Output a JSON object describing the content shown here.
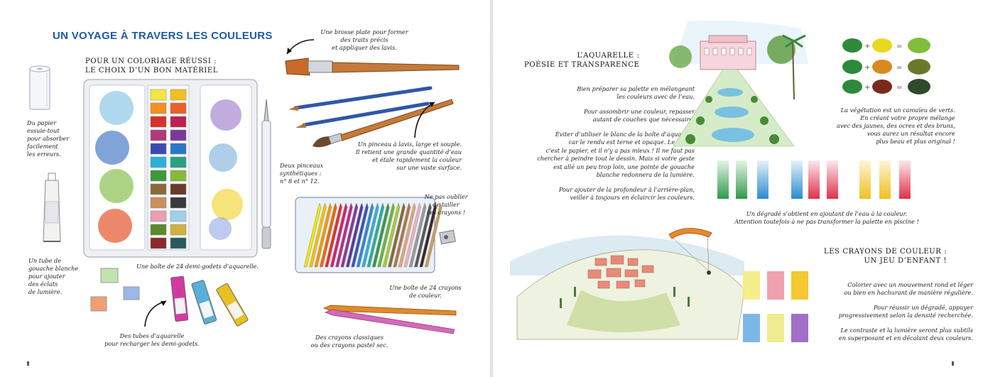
{
  "left_page": {
    "title": "UN VOYAGE À TRAVERS LES COULEURS",
    "heading_lines": [
      "POUR UN COLORIAGE RÉUSSI :",
      "LE CHOIX D’UN BON MATÉRIEL"
    ],
    "captions": {
      "paper_towel": [
        "Du papier",
        "essuie-tout",
        "pour absorber",
        "facilement",
        "les erreurs."
      ],
      "gouache": [
        "Un tube de",
        "gouache blanche",
        "pour ajouter",
        "des éclats",
        "de lumière."
      ],
      "palette": "Une boîte de 24 demi-godets d’aquarelle.",
      "tubes": [
        "Des tubes d’aquarelle",
        "pour recharger les demi-godets."
      ],
      "flat_brush": [
        "Une brosse plate pour former",
        "des traits précis",
        "et appliquer des lavis."
      ],
      "wash_brush": [
        "Un pinceau à lavis, large et souple.",
        "Il retient une grande quantité d’eau",
        "et étale rapidement la couleur",
        "sur une vaste surface."
      ],
      "synthetic_brushes": [
        "Deux pinceaux",
        "synthétiques :",
        "n° 8 et n° 12."
      ],
      "sharpener": [
        "Ne pas oublier",
        "de tailler",
        "ses crayons !"
      ],
      "pencil_box": [
        "Une boîte de 24 crayons",
        "de couleur."
      ],
      "classic_pencils": [
        "Des crayons classiques",
        "ou des crayons pastel sec."
      ]
    }
  },
  "right_page": {
    "watercolor_heading": [
      "L’AQUARELLE :",
      "POÉSIE ET TRANSPARENCE"
    ],
    "watercolor_paragraphs": [
      [
        "Bien préparer sa palette en mélangeant",
        "les couleurs avec de l’eau."
      ],
      [
        "Pour assombrir une couleur, repasser",
        "autant de couches que nécessaire."
      ],
      [
        "Éviter d’utiliser le blanc de la boîte d’aquarelle",
        "car le rendu est terne et opaque. Le blanc,",
        "c’est le papier, et il n’y a pas mieux ! Il ne faut pas",
        "chercher à peindre tout le dessin. Mais si votre geste",
        "est allé un peu trop loin, une pointe de gouache",
        "blanche redonnera de la lumière."
      ],
      [
        "Pour ajouter de la profondeur à l’arrière-plan,",
        "veiller à toujours en éclaircir les couleurs."
      ]
    ],
    "greens_caption": [
      "La végétation est un camaïeu de verts.",
      "En créant votre propre mélange",
      "avec des jaunes, des ocres et des bruns,",
      "vous aurez un résultat encore",
      "plus beau et plus original !"
    ],
    "gradient_caption": [
      "Un dégradé s’obtient en ajoutant de l’eau à la couleur.",
      "Attention toutefois à ne pas transformer la palette en piscine !"
    ],
    "pencils_heading": [
      "LES CRAYONS DE COULEUR :",
      "UN JEU D’ENFANT !"
    ],
    "pencils_paragraphs": [
      [
        "Colorier avec un mouvement rond et léger",
        "ou bien en hachurant de manière régulière."
      ],
      [
        "Pour réussir un dégradé, appuyer",
        "progressivement selon la densité recherchée."
      ],
      [
        "Le contraste et la lumière seront plus subtils",
        "en superposant et en décalant deux couleurs."
      ]
    ],
    "mix_symbols": {
      "plus": "+",
      "equals": "="
    }
  },
  "colors": {
    "title_blue": "#1c5aa8",
    "greens": [
      "#3f8a3a",
      "#7fbf3a",
      "#5a7a2a",
      "#2f5a2a"
    ],
    "pencil_colors": [
      "#f3e600",
      "#f7c200",
      "#f59a00",
      "#ef6a00",
      "#e8312a",
      "#d6246e",
      "#c02a8a",
      "#8a3a9a",
      "#5a3aa0",
      "#3a56b8",
      "#2f8ad6",
      "#32b0d8",
      "#2bb0a0",
      "#3a9a4a",
      "#6ab83a",
      "#a8cc3a",
      "#8a6a3a",
      "#b07a4a",
      "#e0a87a",
      "#f0b0c0",
      "#9a9a9a",
      "#5a5a5a",
      "#3a2a2a",
      "#c8a060"
    ]
  }
}
